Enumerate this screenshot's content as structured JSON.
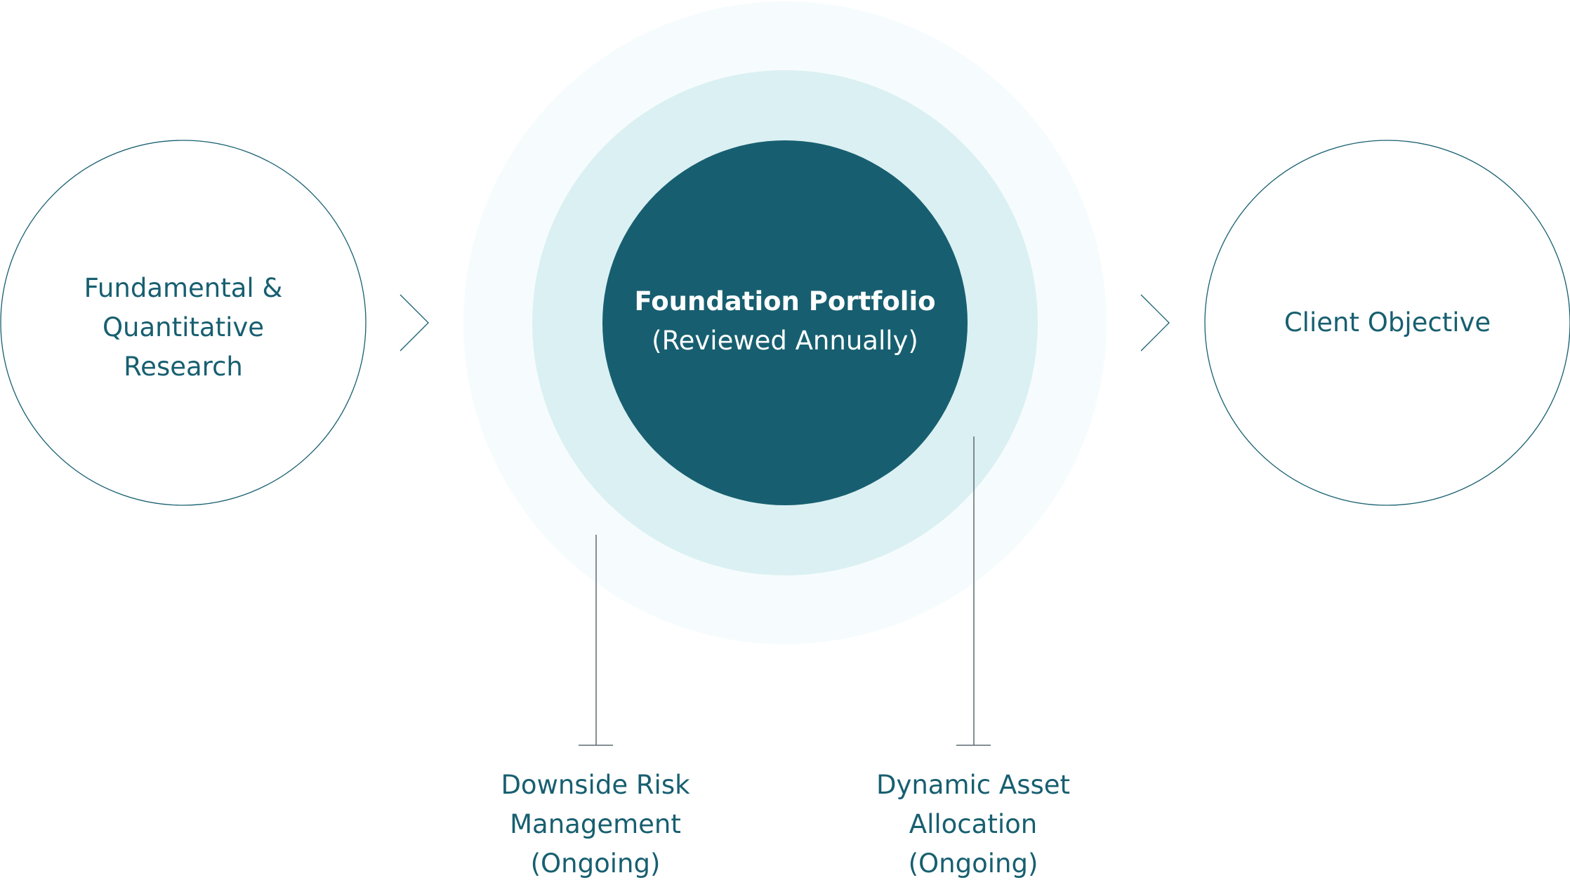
{
  "nodes": {
    "research": {
      "lines": [
        "Fundamental &",
        "Quantitative",
        "Research"
      ]
    },
    "foundation": {
      "title": "Foundation Portfolio",
      "subtitle": "(Reviewed Annually)"
    },
    "objective": {
      "label": "Client Objective"
    }
  },
  "annotations": {
    "downside": {
      "lines": [
        "Downside Risk",
        "Management",
        "(Ongoing)"
      ]
    },
    "dynamic": {
      "lines": [
        "Dynamic Asset",
        "Allocation",
        "(Ongoing)"
      ]
    }
  },
  "colors": {
    "primary": "#175f70",
    "ring_inner": "#dbf0f3",
    "ring_outer": "#f6fcfd",
    "connector": "#5b6b70",
    "background": "#ffffff"
  }
}
